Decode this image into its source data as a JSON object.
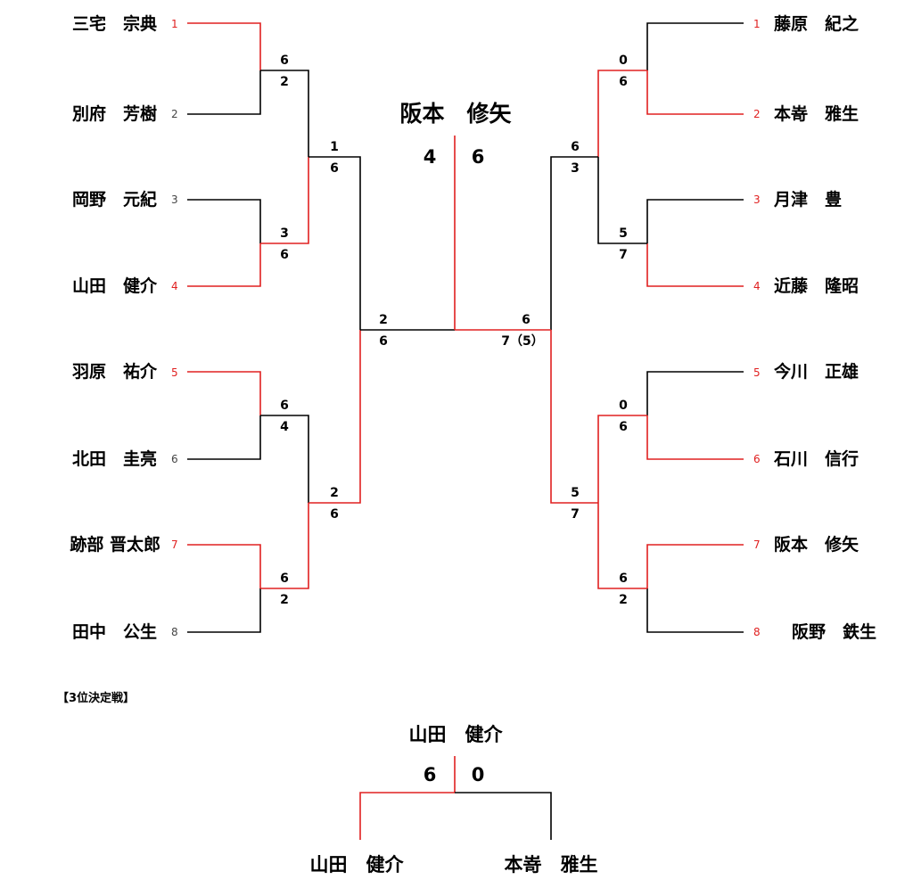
{
  "left_players": [
    {
      "name": "三宅　宗典",
      "seed": "1",
      "win": true
    },
    {
      "name": "別府　芳樹",
      "seed": "2",
      "win": false
    },
    {
      "name": "岡野　元紀",
      "seed": "3",
      "win": false
    },
    {
      "name": "山田　健介",
      "seed": "4",
      "win": true
    },
    {
      "name": "羽原　祐介",
      "seed": "5",
      "win": true
    },
    {
      "name": "北田　圭亮",
      "seed": "6",
      "win": false
    },
    {
      "name": "跡部 晋太郎",
      "seed": "7",
      "win": true
    },
    {
      "name": "田中　公生",
      "seed": "8",
      "win": false
    }
  ],
  "right_players": [
    {
      "name": "藤原　紀之",
      "seed": "1",
      "win": false
    },
    {
      "name": "本嵜　雅生",
      "seed": "2",
      "win": true
    },
    {
      "name": "月津　豊",
      "seed": "3",
      "win": false
    },
    {
      "name": "近藤　隆昭",
      "seed": "4",
      "win": true
    },
    {
      "name": "今川　正雄",
      "seed": "5",
      "win": false
    },
    {
      "name": "石川　信行",
      "seed": "6",
      "win": true
    },
    {
      "name": "阪本　修矢",
      "seed": "7",
      "win": true
    },
    {
      "name": "阪野　鉄生",
      "seed": "8",
      "win": false
    }
  ],
  "scores": {
    "left_r1": [
      [
        "6",
        "2"
      ],
      [
        "3",
        "6"
      ],
      [
        "6",
        "4"
      ],
      [
        "6",
        "2"
      ]
    ],
    "left_r2": [
      [
        "1",
        "6"
      ],
      [
        "2",
        "6"
      ]
    ],
    "left_sf": [
      "2",
      "6"
    ],
    "right_r1": [
      [
        "0",
        "6"
      ],
      [
        "5",
        "7"
      ],
      [
        "0",
        "6"
      ],
      [
        "6",
        "2"
      ]
    ],
    "right_r2": [
      [
        "6",
        "3"
      ],
      [
        "5",
        "7"
      ]
    ],
    "right_sf": [
      "6",
      "7（5）"
    ]
  },
  "final": {
    "winner": "阪本　修矢",
    "score_left": "4",
    "score_right": "6"
  },
  "third_place": {
    "title": "【3位決定戦】",
    "winner": "山田　健介",
    "score_left": "6",
    "score_right": "0",
    "left_player": "山田　健介",
    "right_player": "本嵜　雅生"
  },
  "colors": {
    "win": "#e02020",
    "loss": "#000000"
  }
}
